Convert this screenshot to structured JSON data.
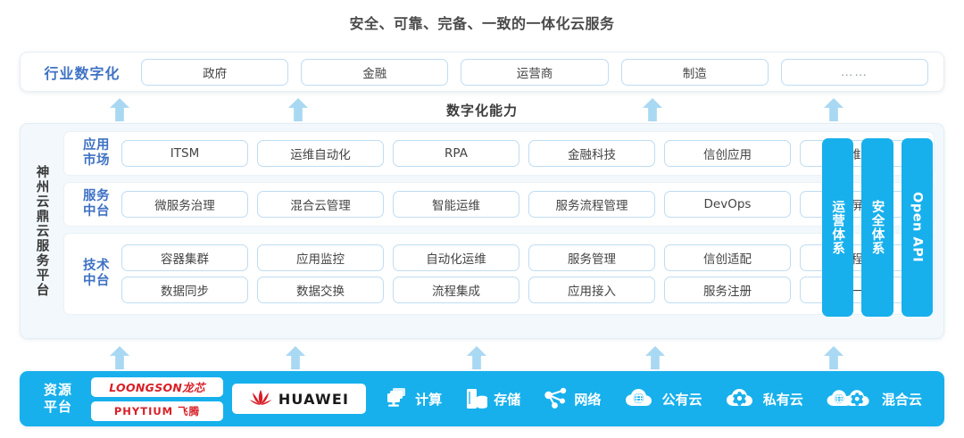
{
  "title": "安全、可靠、完备、一致的一体化云服务",
  "capability_label": "数字化能力",
  "industry": {
    "label": "行业数字化",
    "items": [
      {
        "label": "政府"
      },
      {
        "label": "金融"
      },
      {
        "label": "运营商"
      },
      {
        "label": "制造"
      },
      {
        "label": "……"
      }
    ]
  },
  "platform": {
    "title": "神州云鼎云服务平台",
    "bands": [
      {
        "label": "应用\n市场",
        "label_l1": "应用",
        "label_l2": "市场",
        "rows": [
          [
            "ITSM",
            "运维自动化",
            "RPA",
            "金融科技",
            "信创应用",
            "运维/运营"
          ]
        ]
      },
      {
        "label": "服务\n中台",
        "label_l1": "服务",
        "label_l2": "中台",
        "rows": [
          [
            "微服务治理",
            "混合云管理",
            "智能运维",
            "服务流程管理",
            "DevOps",
            "大屏展示"
          ]
        ]
      },
      {
        "label": "技术\n中台",
        "label_l1": "技术",
        "label_l2": "中台",
        "rows": [
          [
            "容器集群",
            "应用监控",
            "自动化运维",
            "服务管理",
            "信创适配",
            "流程引擎"
          ],
          [
            "数据同步",
            "数据交换",
            "流程集成",
            "应用接入",
            "服务注册",
            "统一认证"
          ]
        ]
      }
    ],
    "vertical_bars": [
      {
        "label": "运营体系",
        "type": "cjk"
      },
      {
        "label": "安全体系",
        "type": "cjk"
      },
      {
        "label": "Open API",
        "type": "latin"
      }
    ]
  },
  "resource": {
    "label_l1": "资源",
    "label_l2": "平台",
    "logos": [
      {
        "name": "loongson",
        "text": "LOONGSON龙芯"
      },
      {
        "name": "phytium",
        "text": "PHYTIUM 飞腾"
      },
      {
        "name": "huawei",
        "text": "HUAWEI"
      }
    ],
    "items": [
      {
        "icon": "compute-icon",
        "label": "计算"
      },
      {
        "icon": "storage-icon",
        "label": "存储"
      },
      {
        "icon": "network-icon",
        "label": "网络"
      },
      {
        "icon": "public-cloud-icon",
        "label": "公有云"
      },
      {
        "icon": "private-cloud-icon",
        "label": "私有云"
      },
      {
        "icon": "hybrid-cloud-icon",
        "label": "混合云"
      }
    ]
  },
  "colors": {
    "brand_blue": "#17b0ec",
    "accent_blue": "#3f72c4",
    "arrow_blue": "#a9d8f2",
    "panel_bg": "#f2f8fc",
    "pill_border": "#bfdcf2",
    "logo_red": "#d81f26"
  },
  "arrows": {
    "upper": [
      133,
      333,
      730,
      933
    ],
    "lower": [
      133,
      330,
      533,
      733,
      933
    ]
  }
}
